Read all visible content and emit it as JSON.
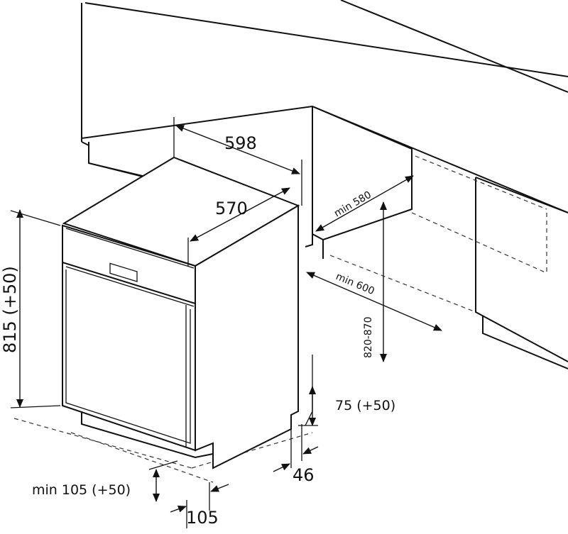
{
  "dimensions": {
    "width_outer": "598",
    "depth_body": "570",
    "height_total": "815 (+50)",
    "niche_depth": "min 580",
    "niche_width": "min 600",
    "niche_height": "820-870",
    "plinth_height": "75 (+50)",
    "plinth_recess": "46",
    "kick_depth": "min 105 (+50)",
    "kick_front": "105"
  }
}
